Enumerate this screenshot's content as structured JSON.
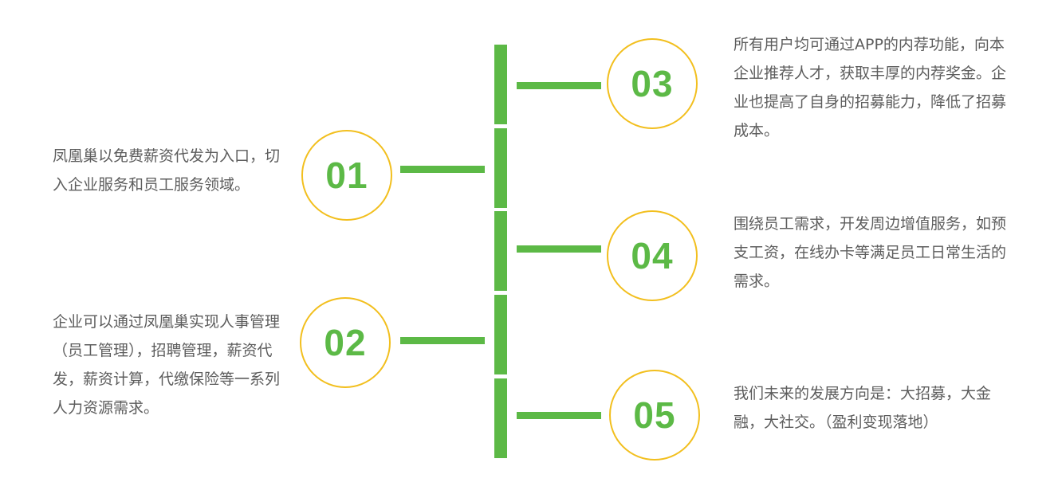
{
  "colors": {
    "green": "#5cb946",
    "ring": "#f2bf1e",
    "text": "#5d5d5d"
  },
  "milestones": [
    {
      "number": "01",
      "text": "凤凰巢以免费薪资代发为入口，切入企业服务和员工服务领域。"
    },
    {
      "number": "02",
      "text": "企业可以通过凤凰巢实现人事管理（员工管理），招聘管理，薪资代发，薪资计算，代缴保险等一系列人力资源需求。"
    },
    {
      "number": "03",
      "text": "所有用户均可通过APP的内荐功能，向本企业推荐人才，获取丰厚的内荐奖金。企业也提高了自身的招募能力，降低了招募成本。"
    },
    {
      "number": "04",
      "text": "围绕员工需求，开发周边增值服务，如预支工资，在线办卡等满足员工日常生活的需求。"
    },
    {
      "number": "05",
      "text": "我们未来的发展方向是：大招募，大金融，大社交。（盈利变现落地）"
    }
  ]
}
